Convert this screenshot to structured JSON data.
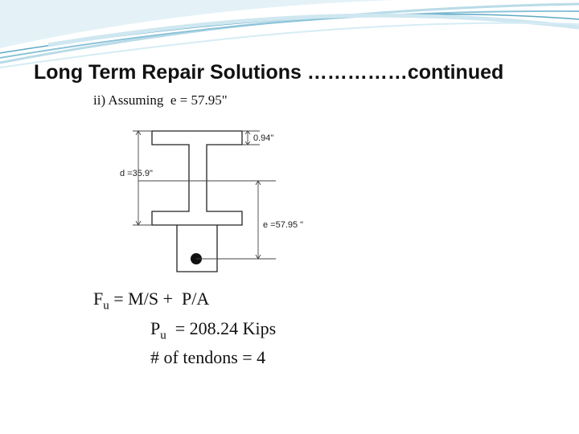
{
  "slide": {
    "title": "Long Term Repair Solutions ……………continued",
    "subtitle": "ii) Assuming  e = 57.95\"",
    "figure": {
      "flange_thickness_label": "0.94\"",
      "depth_label": "d =35.9\"",
      "eccentricity_label": "e =57.95 \""
    },
    "equations": {
      "line1_pre": "F",
      "line1_sub": "u",
      "line1_post": " = M/S +  P/A",
      "line2_pre": "P",
      "line2_sub": "u",
      "line2_post": "  = 208.24 Kips",
      "line3": "# of tendons = 4"
    }
  },
  "theme": {
    "wave_dark": "#5fa8c4",
    "wave_light": "#b9dbe8",
    "text": "#111111"
  }
}
